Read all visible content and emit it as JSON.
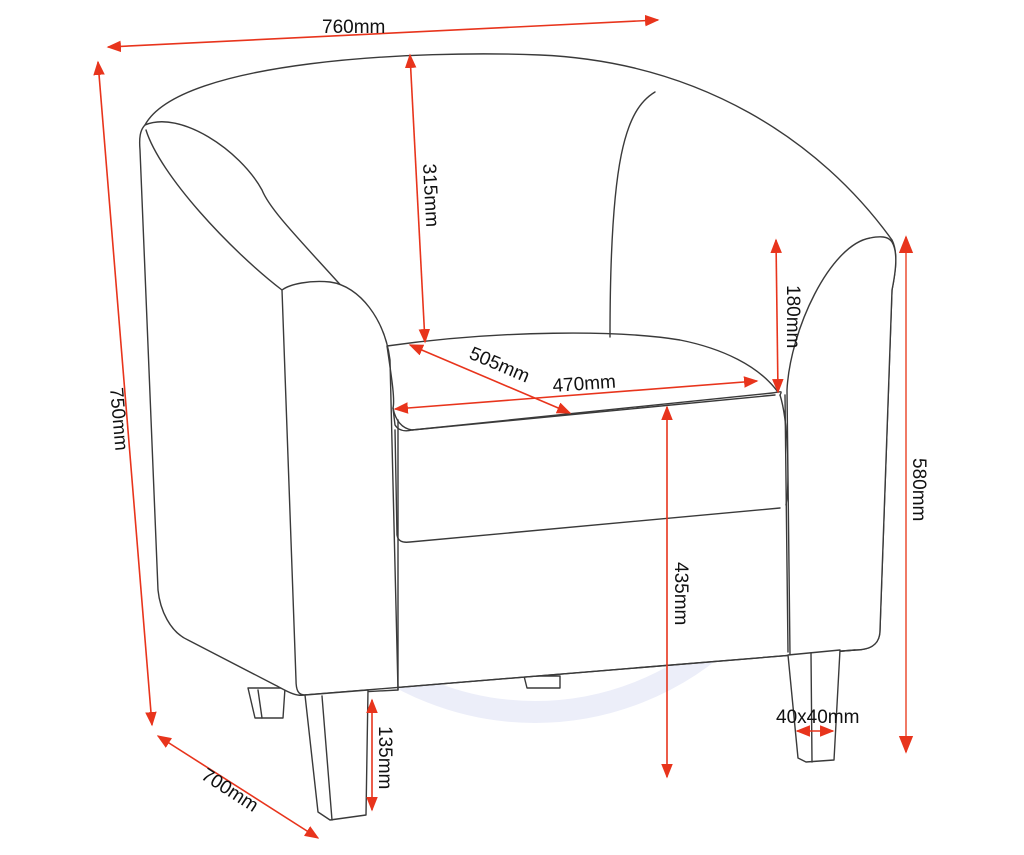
{
  "diagram": {
    "type": "product-dimension-drawing",
    "subject": "tub chair",
    "colors": {
      "outline": "#3a3a3a",
      "dimension_line": "#e8341c",
      "watermark": "#eceef9",
      "background": "#ffffff",
      "text": "#111111"
    },
    "dimensions": {
      "overall_width": "760mm",
      "overall_height": "750mm",
      "overall_depth": "700mm",
      "back_height_above_seat": "315mm",
      "arm_height_above_seat": "180mm",
      "seat_depth": "505mm",
      "seat_width": "470mm",
      "arm_height": "580mm",
      "seat_height": "435mm",
      "leg_height": "135mm",
      "leg_section": "40x40mm"
    },
    "watermark": {
      "icon": "circled-s-logo-icon"
    }
  }
}
